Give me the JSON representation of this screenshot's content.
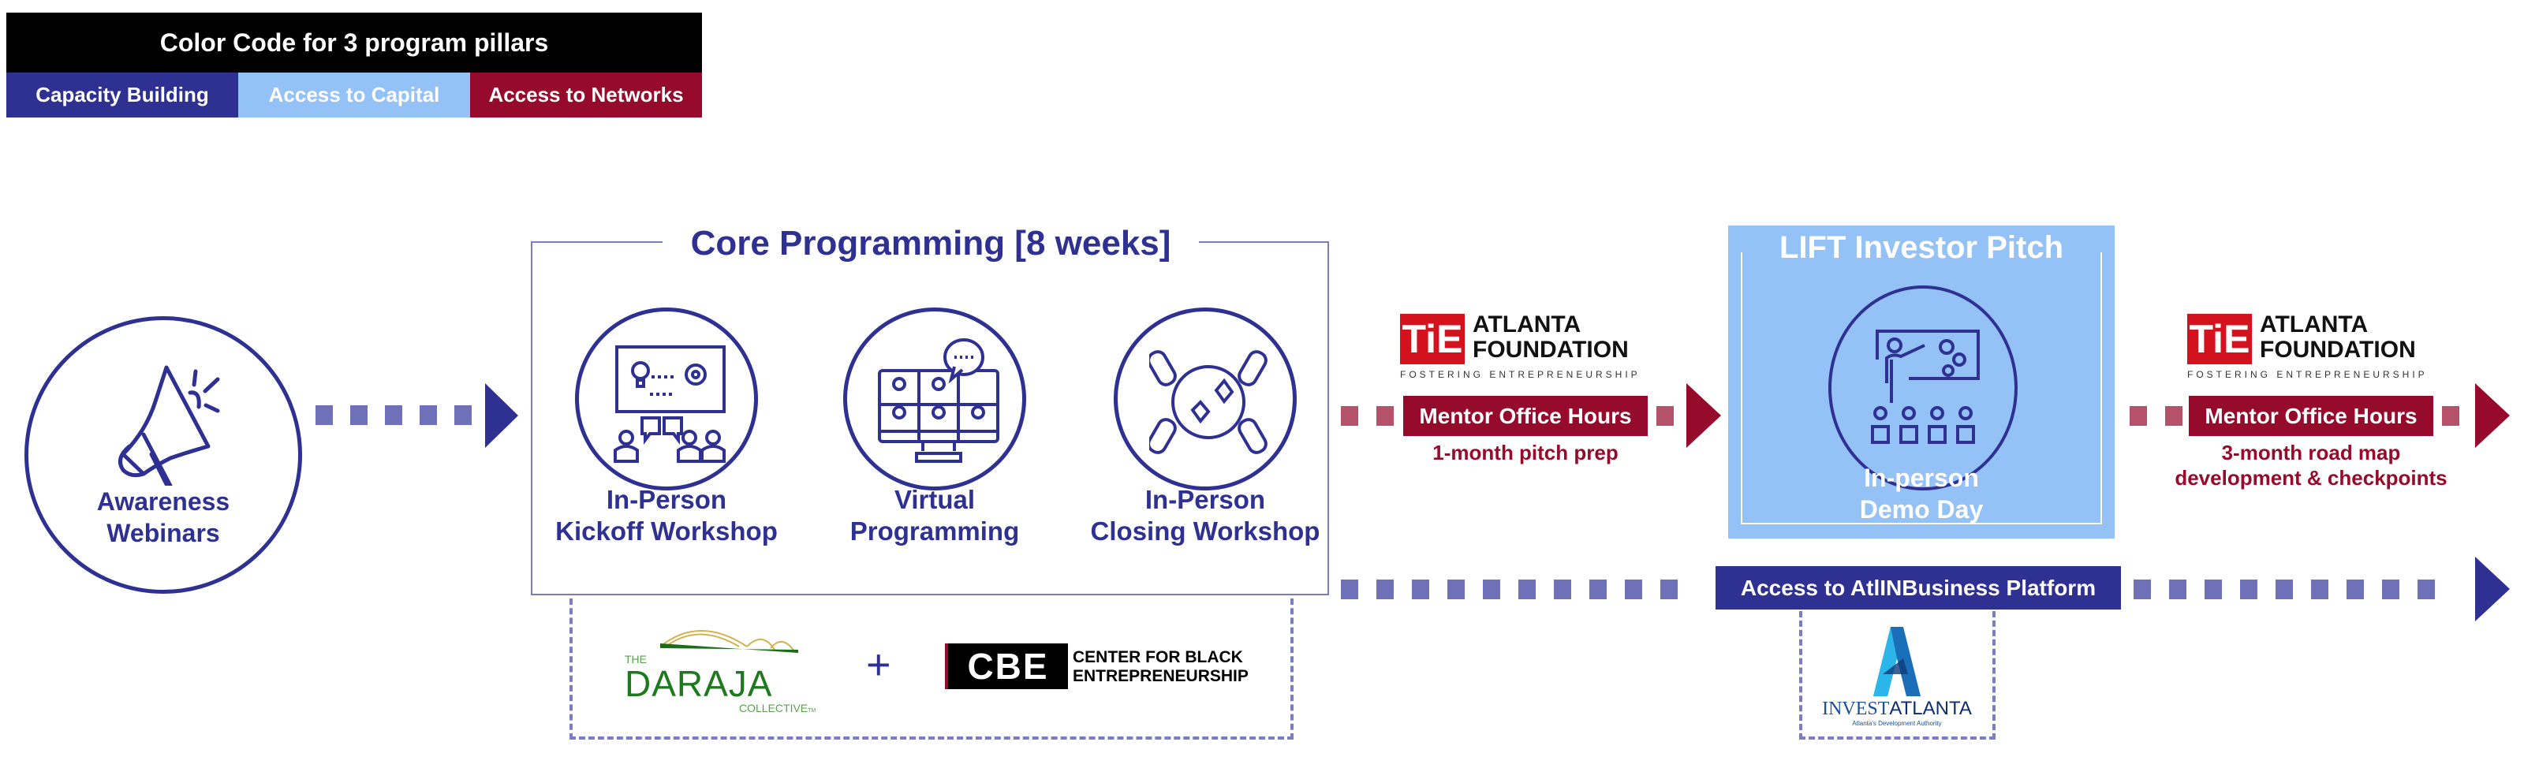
{
  "legend": {
    "title": "Color Code for 3 program pillars",
    "pillars": [
      {
        "label": "Capacity Building",
        "color": "#2e3192"
      },
      {
        "label": "Access to Capital",
        "color": "#94c2f7"
      },
      {
        "label": "Access to Networks",
        "color": "#960b2c"
      }
    ]
  },
  "awareness": {
    "line1": "Awareness",
    "line2": "Webinars",
    "icon": "megaphone-icon"
  },
  "core": {
    "title": "Core Programming [8 weeks]",
    "items": [
      {
        "line1": "In-Person",
        "line2": "Kickoff Workshop",
        "icon": "workshop-icon"
      },
      {
        "line1": "Virtual",
        "line2": "Programming",
        "icon": "video-conference-icon"
      },
      {
        "line1": "In-Person",
        "line2": "Closing Workshop",
        "icon": "linked-hands-icon"
      }
    ],
    "partners": {
      "daraja": {
        "the": "THE",
        "name": "DARAJA",
        "sub": "COLLECTIVE",
        "tm": "TM"
      },
      "plus": "+",
      "cbe": {
        "mark": "CBE",
        "line1": "CENTER FOR BLACK",
        "line2": "ENTREPRENEURSHIP"
      }
    }
  },
  "tie_logo": {
    "mark": "TiE",
    "line1": "ATLANTA",
    "line2": "FOUNDATION",
    "tagline": "FOSTERING ENTREPRENEURSHIP"
  },
  "mentor1": {
    "label": "Mentor Office Hours",
    "desc": "1-month pitch prep"
  },
  "lift": {
    "title": "LIFT Investor Pitch",
    "line1": "In-person",
    "line2": "Demo Day",
    "icon": "presenter-icon"
  },
  "mentor2": {
    "label": "Mentor Office Hours",
    "desc1": "3-month road map",
    "desc2": "development & checkpoints"
  },
  "platform": {
    "label": "Access to AtlINBusiness Platform"
  },
  "invest": {
    "name1": "INVEST",
    "name2": "ATLANTA",
    "tagline": "Atlanta's Development Authority"
  },
  "colors": {
    "navy": "#2e3192",
    "light_blue": "#94c2f7",
    "maroon": "#960b2c",
    "dash_blue": "#6e70b8",
    "dash_red": "#b5526a"
  }
}
